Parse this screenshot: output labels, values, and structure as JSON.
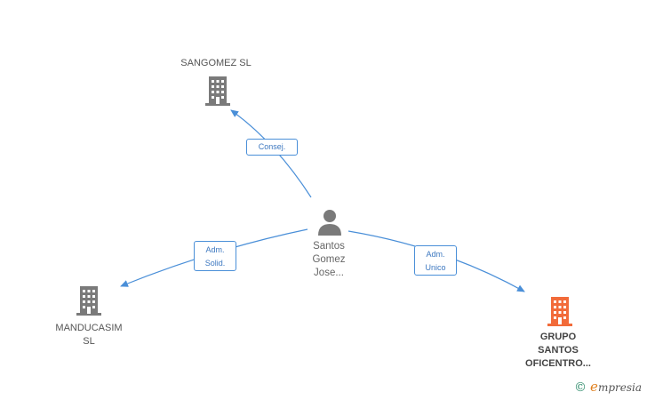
{
  "colors": {
    "edge": "#4a8fd8",
    "company_icon": "#7a7a7a",
    "company_icon_highlight": "#f26b3a",
    "person_icon": "#7a7a7a"
  },
  "nodes": {
    "sangomez": {
      "label": "SANGOMEZ SL",
      "icon": "building-icon"
    },
    "manducasim": {
      "label_line1": "MANDUCASIM",
      "label_line2": "SL",
      "icon": "building-icon"
    },
    "person": {
      "label_line1": "Santos",
      "label_line2": "Gomez",
      "label_line3": "Jose...",
      "icon": "person-icon"
    },
    "grupo": {
      "label_line1": "GRUPO",
      "label_line2": "SANTOS",
      "label_line3": "OFICENTRO...",
      "icon": "building-icon"
    }
  },
  "edges": {
    "consej": {
      "label": "Consej."
    },
    "adm_solid": {
      "line1": "Adm.",
      "line2": "Solid."
    },
    "adm_unico": {
      "line1": "Adm.",
      "line2": "Unico"
    }
  },
  "watermark": {
    "copyright": "©",
    "brand_first": "e",
    "brand_rest": "mpresia"
  }
}
